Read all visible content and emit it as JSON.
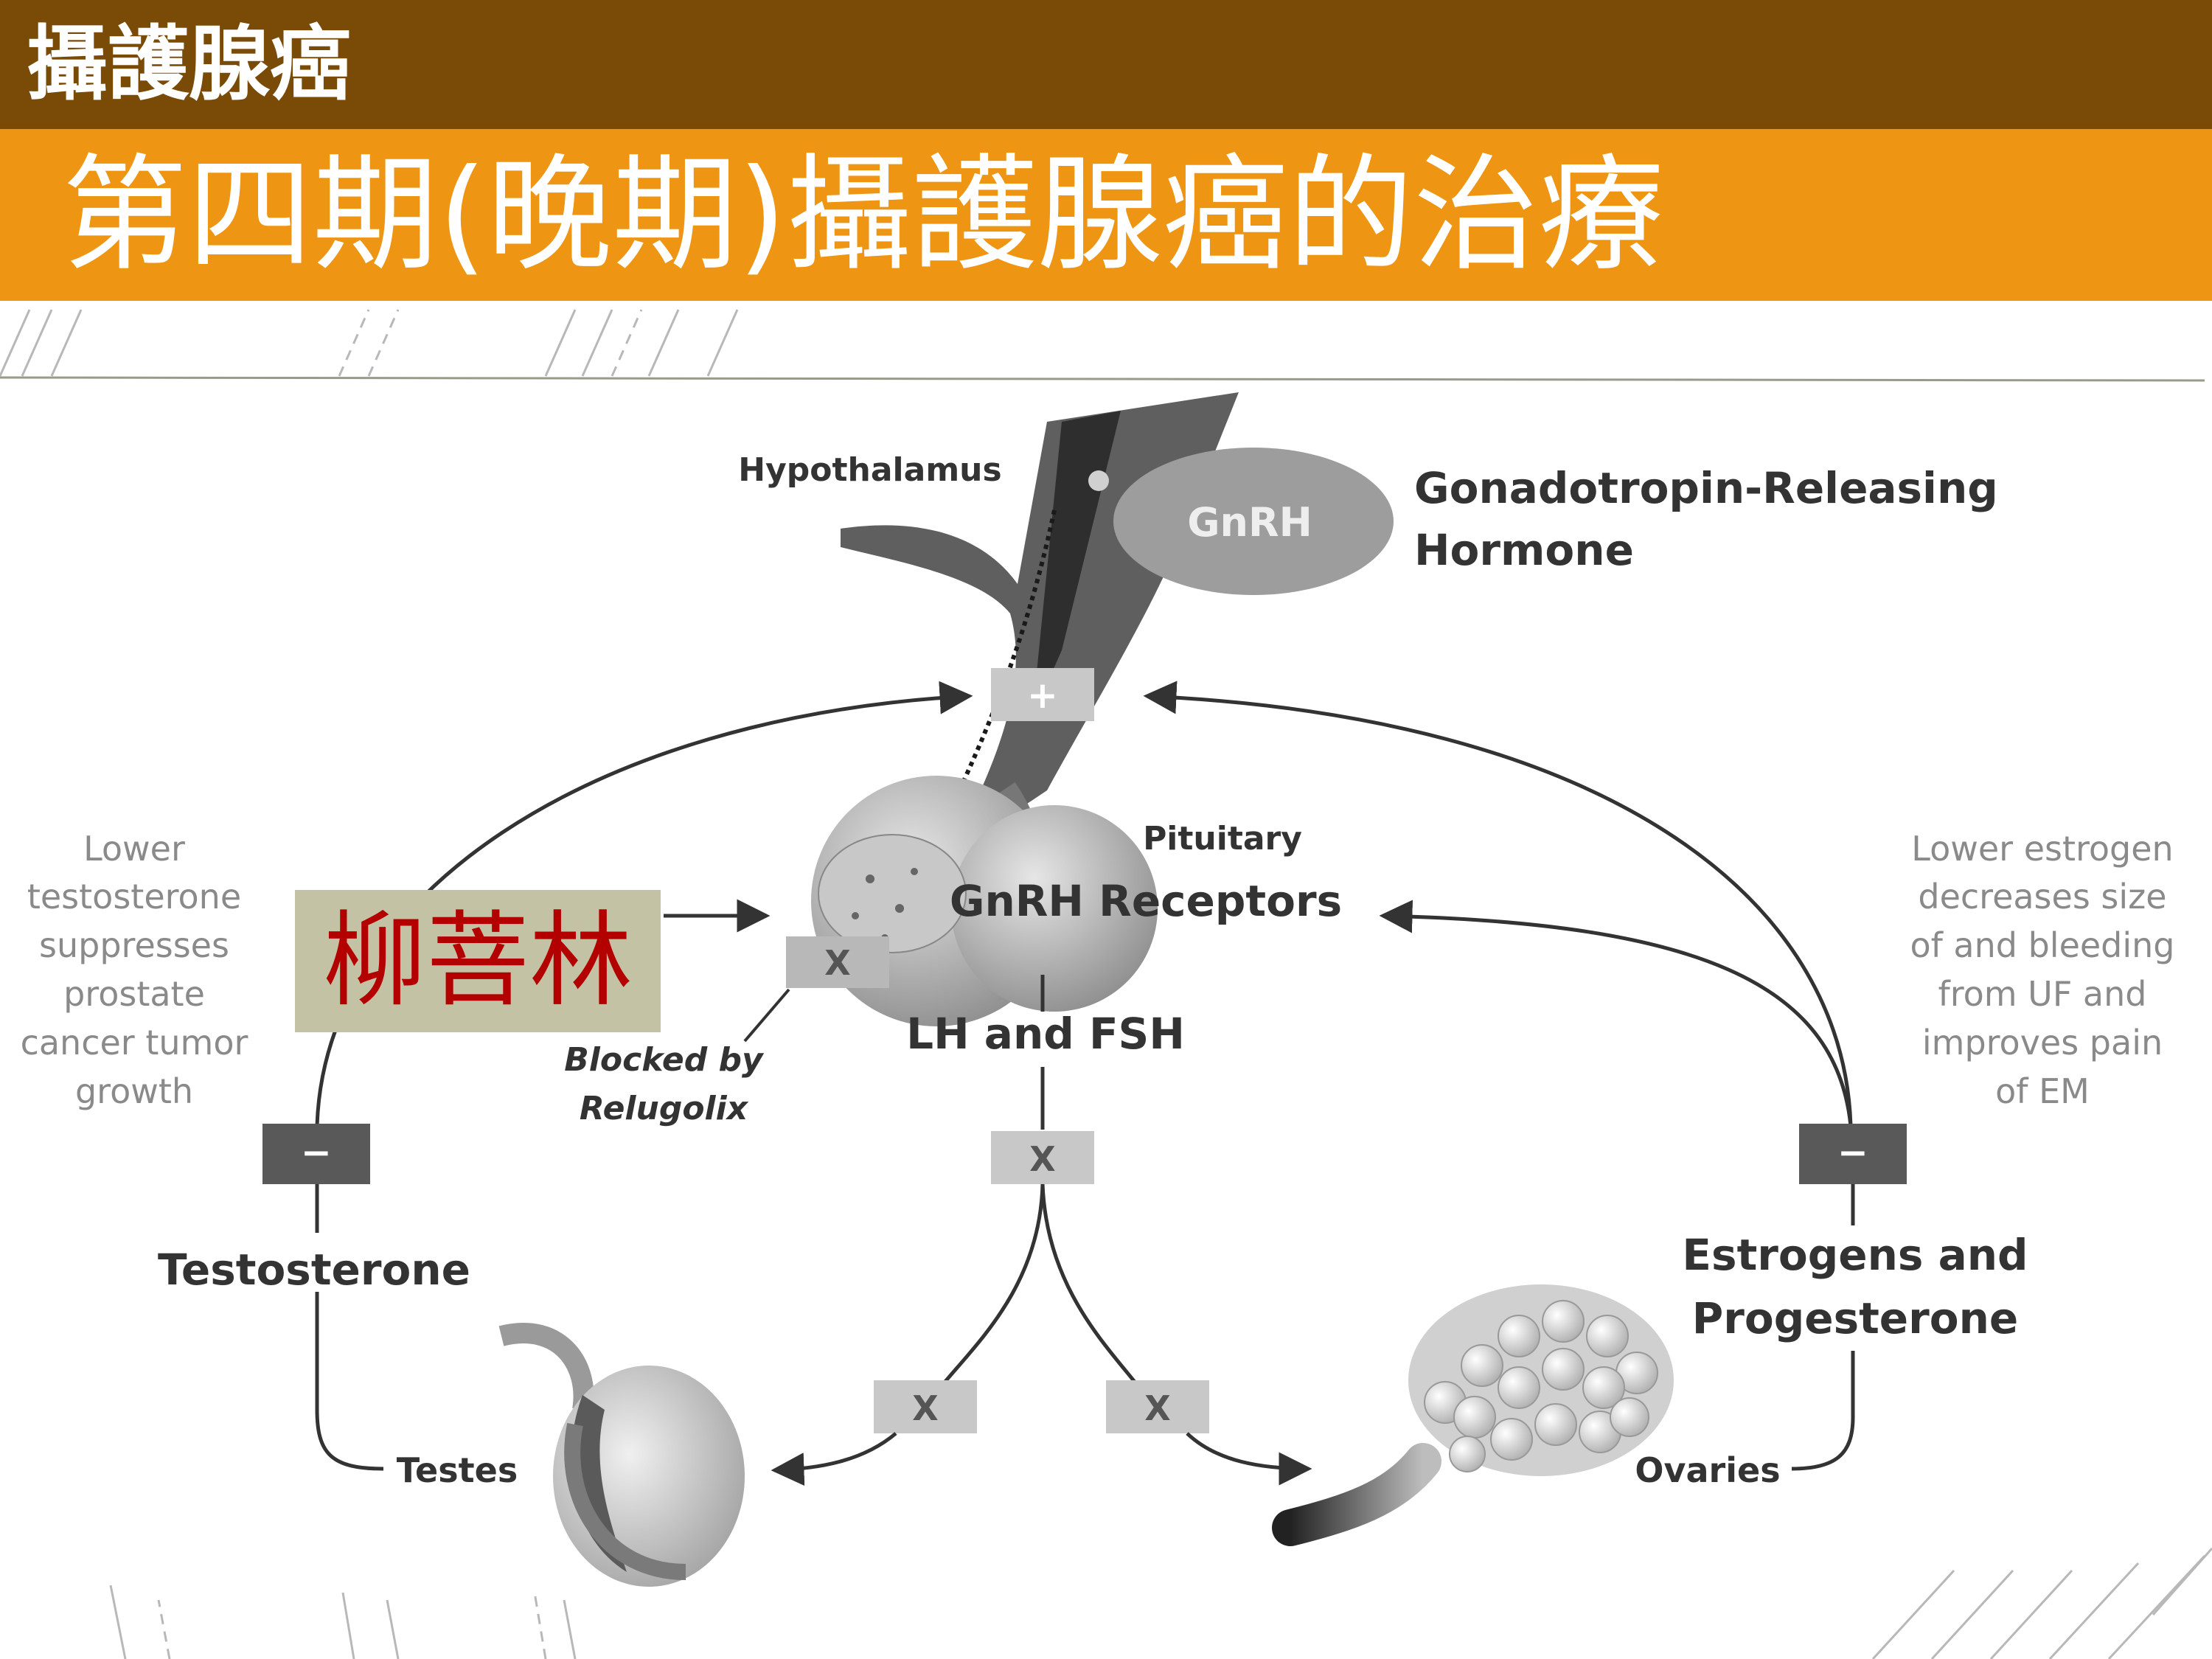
{
  "header": {
    "section_label": "攝護腺癌",
    "title": "第四期(晚期)攝護腺癌的治療"
  },
  "diagram": {
    "hypothalamus": "Hypothalamus",
    "gnrh_badge": "GnRH",
    "gnrh_full_line1": "Gonadotropin-Releasing",
    "gnrh_full_line2": "Hormone",
    "plus_sign": "+",
    "pituitary": "Pituitary",
    "gnrh_receptors": "GnRH Receptors",
    "lh_fsh": "LH and FSH",
    "blocked_line1": "Blocked by",
    "blocked_line2": "Relugolix",
    "x_mark": "X",
    "minus_sign": "−",
    "left_effect": [
      "Lower",
      "testosterone",
      "suppresses",
      "prostate",
      "cancer tumor",
      "growth"
    ],
    "right_effect": [
      "Lower estrogen",
      "decreases size",
      "of and bleeding",
      "from UF and",
      "improves pain",
      "of EM"
    ],
    "testosterone": "Testosterone",
    "testes": "Testes",
    "estrogens_line1": "Estrogens and",
    "estrogens_line2": "Progesterone",
    "ovaries": "Ovaries"
  },
  "overlay_label": "柳菩林",
  "colors": {
    "header_brown": "#7a4a07",
    "title_orange": "#ee9513",
    "overlay_bg": "#c4c2a4",
    "overlay_text": "#b30000"
  }
}
